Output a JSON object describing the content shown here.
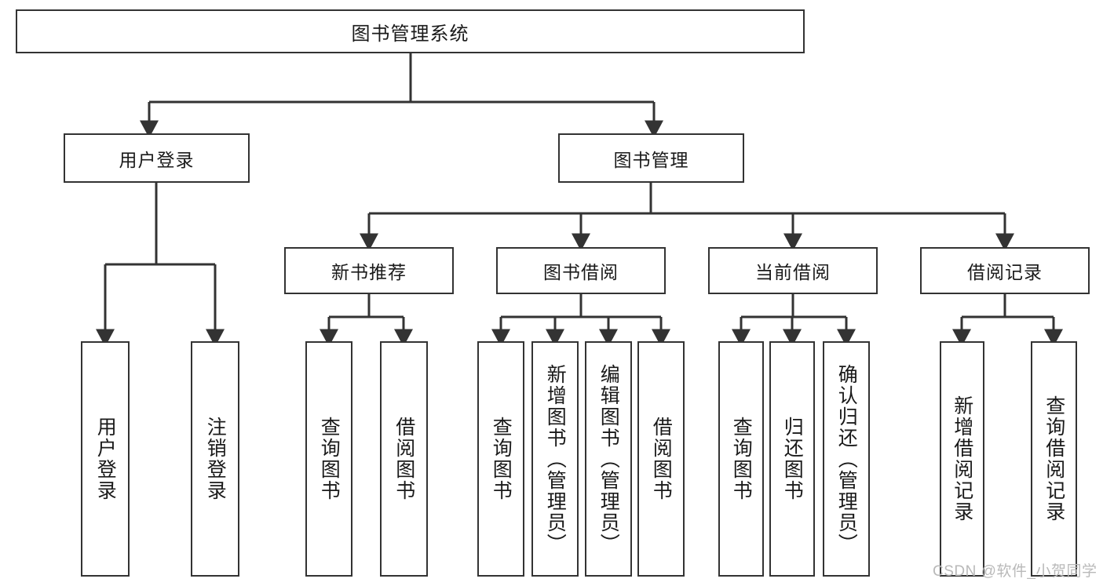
{
  "diagram": {
    "type": "tree",
    "title": "图书管理系统",
    "watermark": "CSDN @软件_小贺同学",
    "colors": {
      "box_border": "#333333",
      "box_fill": "#ffffff",
      "edge": "#333333",
      "text": "#1a1a1a",
      "watermark": "#b9b9b9",
      "background": "#ffffff"
    },
    "nodes": {
      "root": {
        "label": "图书管理系统"
      },
      "level2": [
        {
          "id": "user-login",
          "label": "用户登录"
        },
        {
          "id": "book-manage",
          "label": "图书管理"
        }
      ],
      "level3": [
        {
          "id": "new-book-recommend",
          "label": "新书推荐"
        },
        {
          "id": "book-borrow",
          "label": "图书借阅"
        },
        {
          "id": "current-borrow",
          "label": "当前借阅"
        },
        {
          "id": "borrow-record",
          "label": "借阅记录"
        }
      ],
      "leaves": [
        {
          "id": "leaf-user-login",
          "label": "用户登录",
          "parent": "user-login"
        },
        {
          "id": "leaf-logout-login",
          "label": "注销登录",
          "parent": "user-login"
        },
        {
          "id": "leaf-query-book-1",
          "label": "查询图书",
          "parent": "new-book-recommend"
        },
        {
          "id": "leaf-borrow-book-1",
          "label": "借阅图书",
          "parent": "new-book-recommend"
        },
        {
          "id": "leaf-query-book-2",
          "label": "查询图书",
          "parent": "book-borrow"
        },
        {
          "id": "leaf-add-book",
          "label": "新增图书（管理员）",
          "parent": "book-borrow"
        },
        {
          "id": "leaf-edit-book",
          "label": "编辑图书（管理员）",
          "parent": "book-borrow"
        },
        {
          "id": "leaf-borrow-book-2",
          "label": "借阅图书",
          "parent": "book-borrow"
        },
        {
          "id": "leaf-query-book-3",
          "label": "查询图书",
          "parent": "current-borrow"
        },
        {
          "id": "leaf-return-book",
          "label": "归还图书",
          "parent": "current-borrow"
        },
        {
          "id": "leaf-confirm-return",
          "label": "确认归还（管理员）",
          "parent": "current-borrow"
        },
        {
          "id": "leaf-add-record",
          "label": "新增借阅记录",
          "parent": "borrow-record"
        },
        {
          "id": "leaf-query-record",
          "label": "查询借阅记录",
          "parent": "borrow-record"
        }
      ]
    }
  }
}
